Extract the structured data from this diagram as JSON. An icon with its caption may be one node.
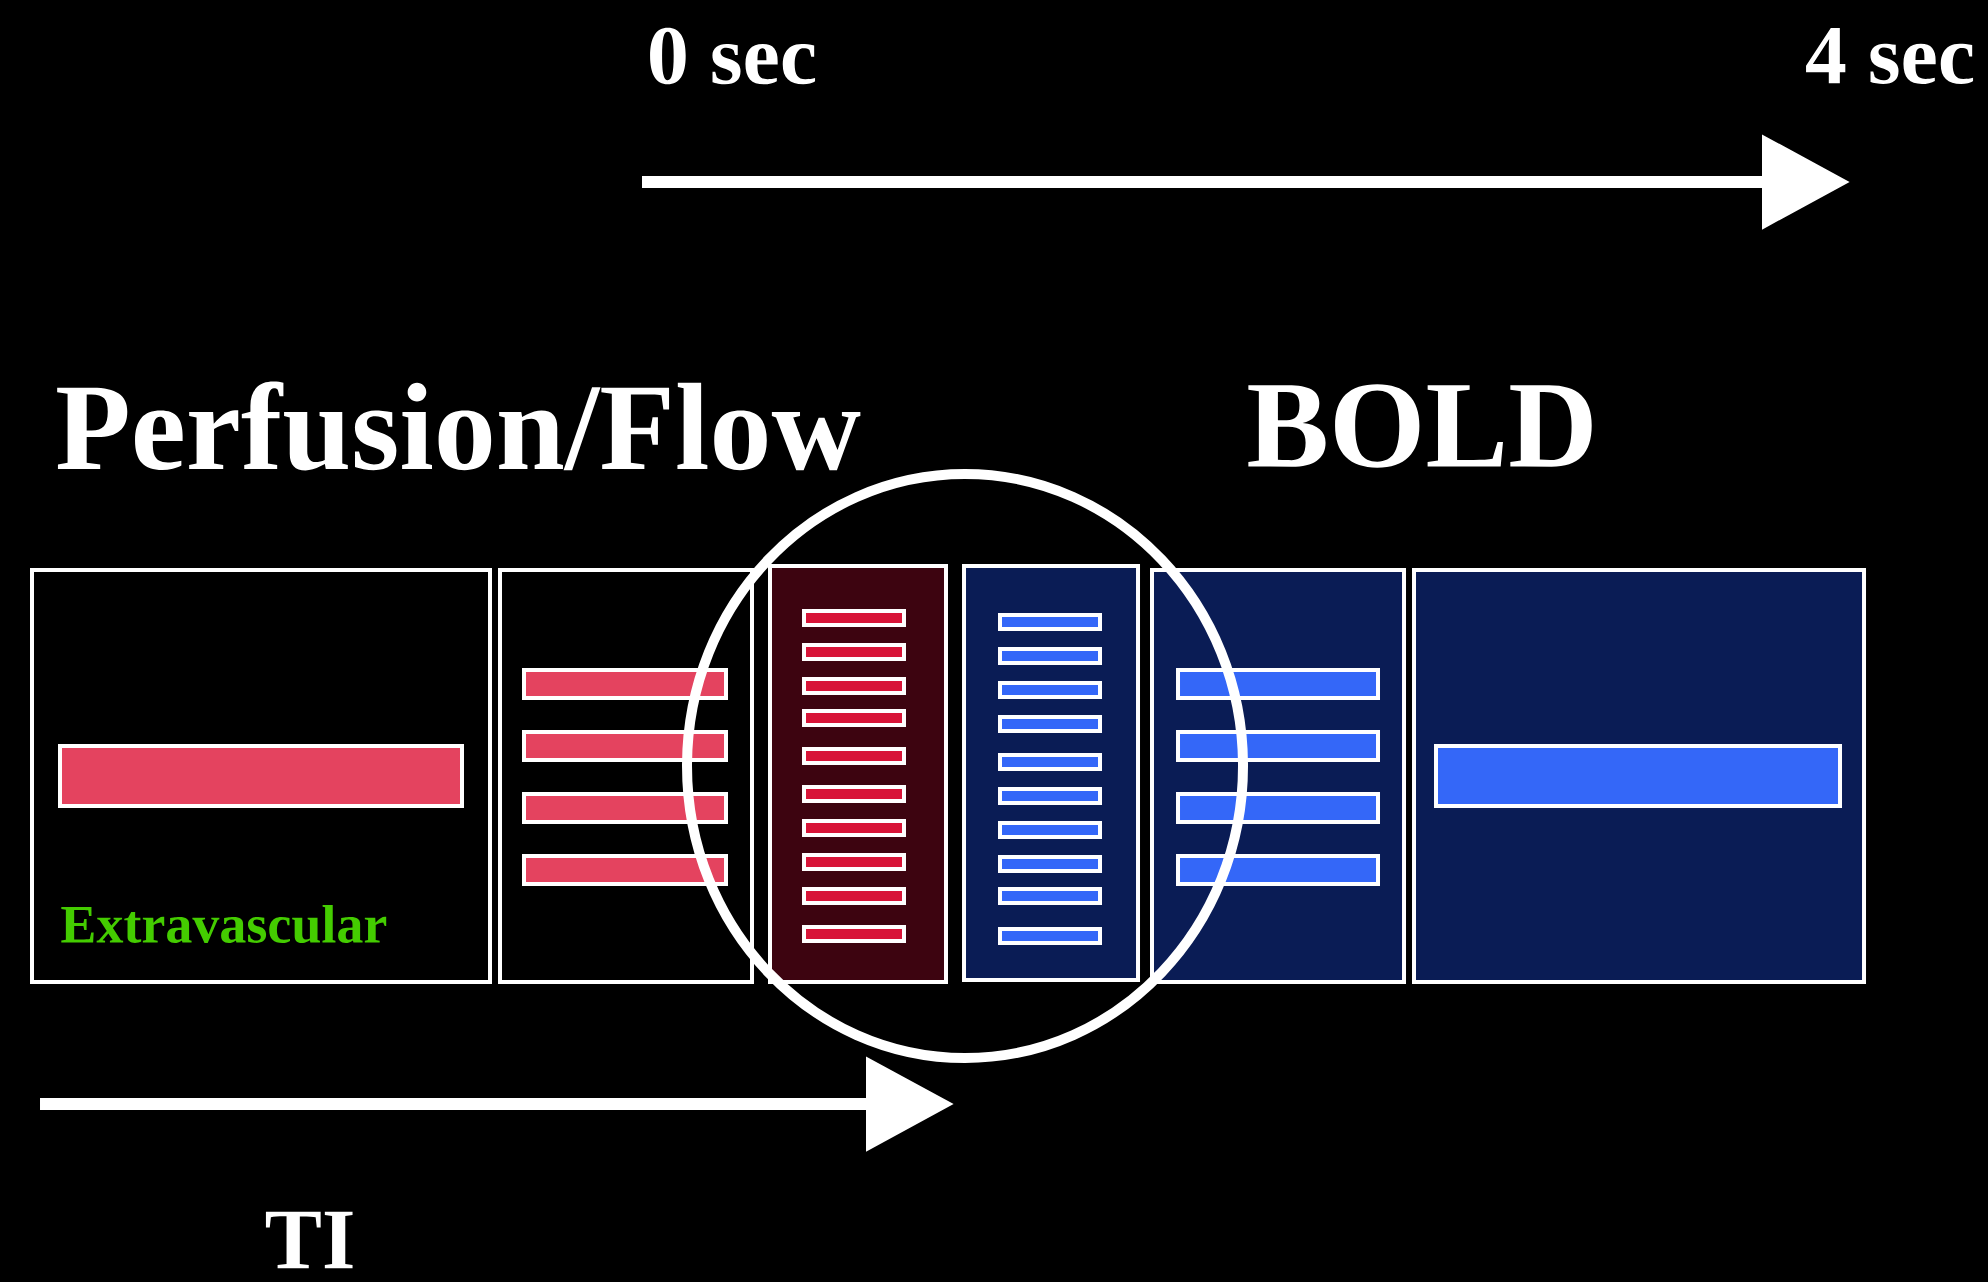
{
  "diagram": {
    "nodes": [
      {
        "text": [
          "Extravascular"
        ]
      },
      {
        "text": [],
        "shape": "box"
      },
      {
        "text": [],
        "shape": "box"
      },
      {
        "text": [],
        "shape": "box"
      },
      {
        "text": [],
        "shape": "box"
      },
      {
        "text": [],
        "shape": "box"
      }
    ],
    "labels": [
      "0 sec",
      "4 sec",
      "Perfusion/Flow",
      "BOLD",
      "TI"
    ]
  }
}
